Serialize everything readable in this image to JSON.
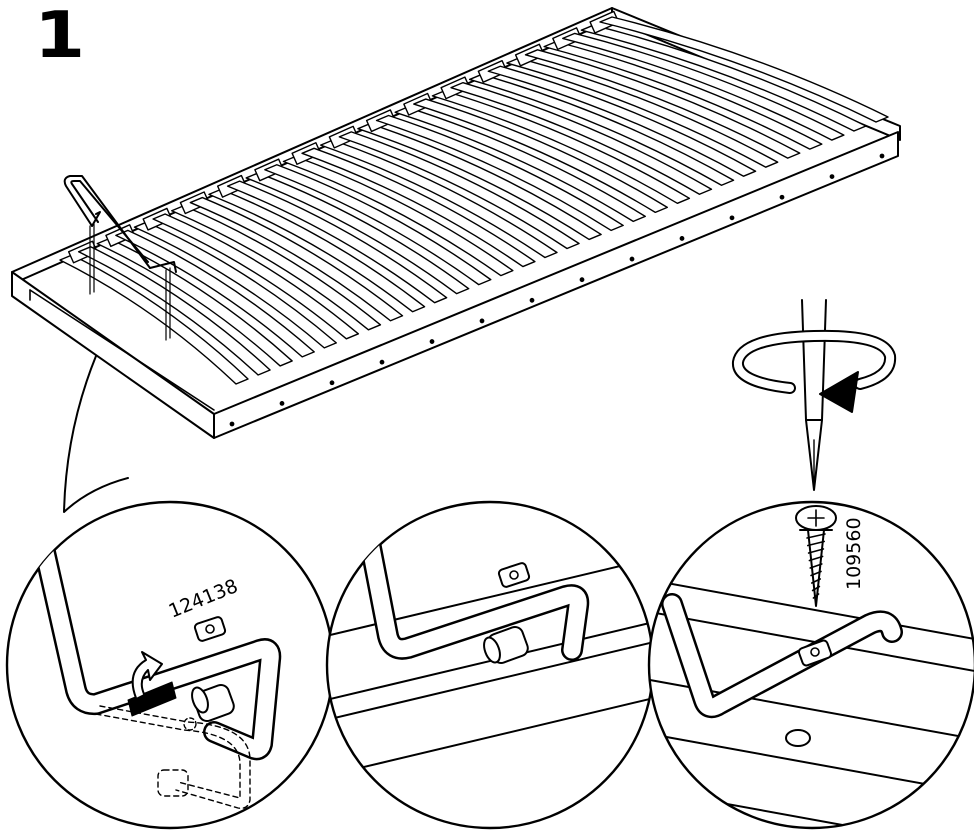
{
  "step": {
    "number": "1"
  },
  "parts": {
    "connector_code": "124138",
    "screw_code": "109560"
  },
  "colors": {
    "ink": "#000000",
    "paper": "#ffffff"
  },
  "icons": {
    "rotation": "clockwise-rotation-arrow-icon",
    "turn": "turn-arrow-icon"
  }
}
